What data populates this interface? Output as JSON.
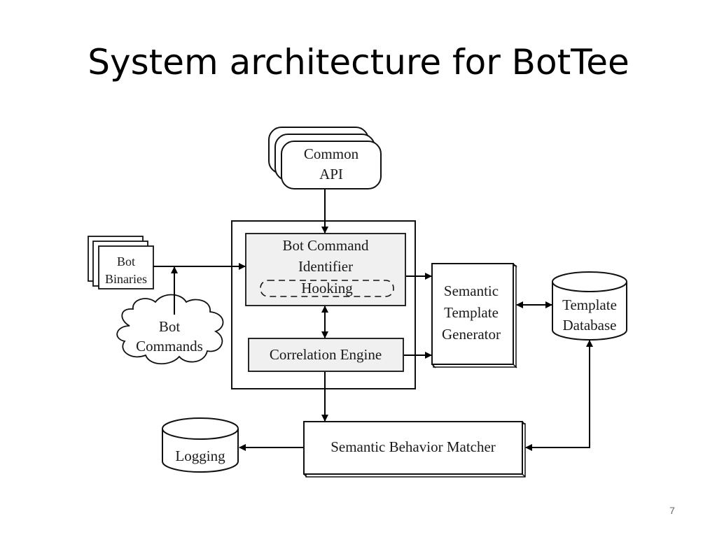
{
  "slide": {
    "title": "System architecture for BotTee",
    "page_number": "7"
  },
  "diagram": {
    "nodes": {
      "common_api": {
        "line1": "Common",
        "line2": "API"
      },
      "bot_binaries": {
        "line1": "Bot",
        "line2": "Binaries"
      },
      "bot_commands": {
        "line1": "Bot",
        "line2": "Commands"
      },
      "bot_command_identifier": {
        "line1": "Bot Command",
        "line2": "Identifier"
      },
      "hooking": {
        "label": "Hooking"
      },
      "correlation_engine": {
        "label": "Correlation Engine"
      },
      "semantic_template_generator": {
        "line1": "Semantic",
        "line2": "Template",
        "line3": "Generator"
      },
      "template_database": {
        "line1": "Template",
        "line2": "Database"
      },
      "semantic_behavior_matcher": {
        "label": "Semantic Behavior Matcher"
      },
      "logging": {
        "label": "Logging"
      }
    },
    "edges": [
      {
        "from": "Common API",
        "to": "Bot Command Identifier"
      },
      {
        "from": "Bot Binaries",
        "to": "Bot Command Identifier"
      },
      {
        "from": "Bot Commands",
        "to": "Bot Binaries edge"
      },
      {
        "from": "Bot Command Identifier",
        "to": "Correlation Engine",
        "bidirectional": true
      },
      {
        "from": "Bot Command Identifier",
        "to": "Semantic Template Generator"
      },
      {
        "from": "Correlation Engine",
        "to": "Semantic Template Generator"
      },
      {
        "from": "Semantic Template Generator",
        "to": "Template Database",
        "bidirectional": true
      },
      {
        "from": "Correlation Engine",
        "to": "Semantic Behavior Matcher"
      },
      {
        "from": "Semantic Behavior Matcher",
        "to": "Logging"
      },
      {
        "from": "Semantic Behavior Matcher",
        "to": "Template Database",
        "bidirectional": true
      }
    ]
  }
}
